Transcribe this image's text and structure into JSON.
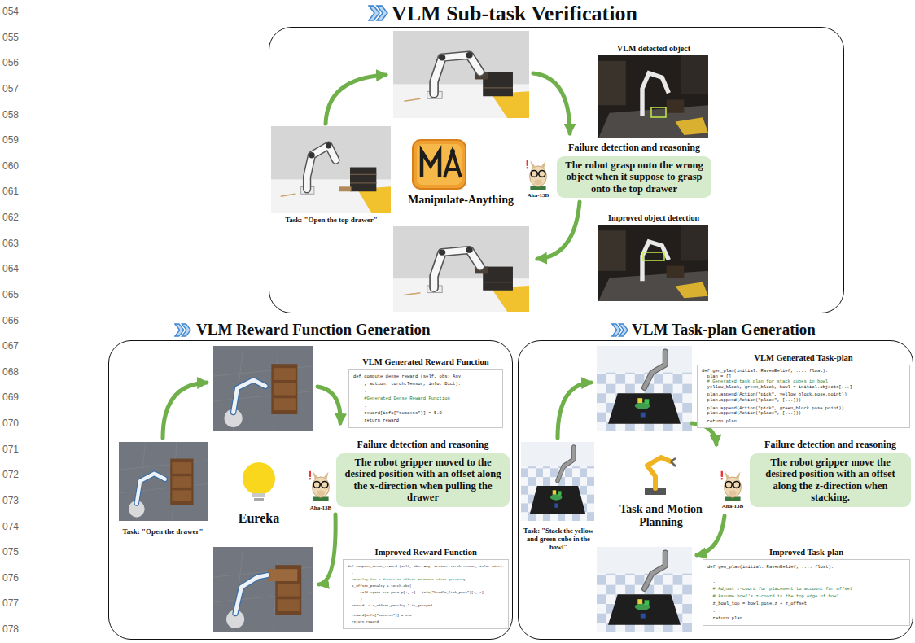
{
  "diagram": {
    "nodes": [
      {
        "text": [
          "VLM Sub-task Verification"
        ]
      },
      {
        "text": [
          "Failure detection and reasoning",
          "The robot grasp onto the wrong object when it suppose to grasp onto the top drawer"
        ],
        "in": 0
      },
      {
        "text": [
          "VLM Reward Function Generation"
        ]
      },
      {
        "text": [
          "VLM Generated Reward Function",
          "def compute_dense_reward (self, obs: Any",
          ", action: torch.Tensor, info: Dict):",
          ".",
          "#Generated Dense Reward Function",
          ".",
          "reward[info[\"success\"]] = 5.0",
          "return reward"
        ],
        "in": 2
      },
      {
        "text": [
          "Failure detection and reasoning",
          "The robot gripper moved to the desired position with an offset along the x-direction when pulling the drawer"
        ],
        "in": 2
      },
      {
        "text": [
          "Improved Reward Function",
          "def compute_dense_reward (self, obs: Any, action: torch.Tensor, info: Dict):",
          ".",
          "#Penalty for x-direction offset movement after grasping",
          "x_offset_penalty = torch.abs(",
          "self.agent.tcp.pose.p[:, 1] - info[\"handle_link_pose\"][:, 1]",
          ")",
          "reward -= x_offset_penalty * is_grasped",
          "reward[info[\"success\"]] = 5.0",
          "return reward"
        ],
        "in": 2
      },
      {
        "text": [
          "VLM Task-plan Generation"
        ]
      },
      {
        "text": [
          "VLM Generated Task-plan",
          "def gen_plan(initial: RavenBelief, ...: float):",
          "plan = []",
          "# Generated task plan for stack_cubes_in_bowl",
          "yellow_block, green_block, bowl = initial.objects[...]",
          "plan.append(Action(\"pick\", yellow_block.pose.point))",
          "plan.append(Action(\"place\", [...]))",
          "plan.append(Action(\"pick\", green_block.pose.point))",
          "plan.append(Action(\"place\", [...]))",
          "return plan"
        ],
        "in": 6
      },
      {
        "text": [
          "Failure detection and reasoning",
          "The robot gripper move the desired position with an offset along the z-direction when stacking."
        ],
        "in": 6
      },
      {
        "text": [
          "Improved Task-plan",
          "def gen_plan(initial: RavenBelief, ...: float):",
          ".",
          ".",
          "# Adjust z-coord for placement to account for offset",
          "# Assume bowl's z-coord is the top edge of bowl",
          "z_bowl_top = bowl.pose.z + z_offset",
          ".",
          "return plan"
        ],
        "in": 6
      }
    ],
    "labels": [
      "054",
      "055",
      "056",
      "057",
      "058",
      "059",
      "060",
      "061",
      "062",
      "063",
      "064",
      "065",
      "066",
      "067",
      "068",
      "069",
      "070",
      "071",
      "072",
      "073",
      "074",
      "075",
      "076",
      "077",
      "078",
      "VLM detected object",
      "Improved object detection",
      "Task: \"Open the top drawer\"",
      "Manipulate-Anything",
      "Aha-13B",
      "Eureka",
      "Task: \"Open the drawer\"",
      "Aha-13B",
      "Task and Motion Planning",
      "Task: \"Stack the yellow and green cube in the bowl\"",
      "Aha-13B"
    ]
  }
}
